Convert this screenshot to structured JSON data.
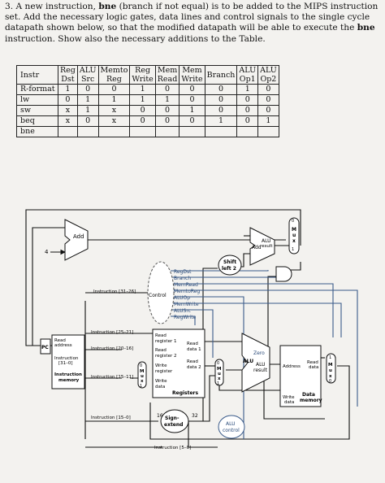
{
  "problem": {
    "number": "3.",
    "text_part1": "A new instruction,",
    "keyword": "bne",
    "text_part2": "(branch if not equal) is to be added to the MIPS instruction set. Add the necessary logic gates, data lines and control signals to the single cycle datapath shown below, so that the modified datapath will be able to execute the",
    "keyword2": "bne",
    "text_part3": "instruction. Show also the necessary additions to the Table."
  },
  "table": {
    "headers": [
      [
        "Instr",
        ""
      ],
      [
        "Reg",
        "Dst"
      ],
      [
        "ALU",
        "Src"
      ],
      [
        "Memto",
        "Reg"
      ],
      [
        "Reg",
        "Write"
      ],
      [
        "Mem",
        "Read"
      ],
      [
        "Mem",
        "Write"
      ],
      [
        "Branch",
        ""
      ],
      [
        "ALU",
        "Op1"
      ],
      [
        "ALU",
        "Op2"
      ]
    ],
    "rows": [
      [
        "R-format",
        "1",
        "0",
        "0",
        "1",
        "0",
        "0",
        "0",
        "1",
        "0"
      ],
      [
        "lw",
        "0",
        "1",
        "1",
        "1",
        "1",
        "0",
        "0",
        "0",
        "0"
      ],
      [
        "sw",
        "x",
        "1",
        "x",
        "0",
        "0",
        "1",
        "0",
        "0",
        "0"
      ],
      [
        "beq",
        "x",
        "0",
        "x",
        "0",
        "0",
        "0",
        "1",
        "0",
        "1"
      ],
      [
        "bne",
        "",
        "",
        "",
        "",
        "",
        "",
        "",
        "",
        ""
      ]
    ]
  },
  "diagram": {
    "add_pc": "Add",
    "four": "4",
    "shift": [
      "Shift",
      "left 2"
    ],
    "add_alu": [
      "Add",
      "ALU",
      "result"
    ],
    "mux_letters": [
      "M",
      "u",
      "x"
    ],
    "mux_top_bits": [
      "0",
      "1"
    ],
    "control": "Control",
    "control_signals": [
      "RegDst",
      "Branch",
      "MemRead",
      "MemtoReg",
      "ALUOp",
      "MemWrite",
      "ALUSrc",
      "RegWrite"
    ],
    "pc": "PC",
    "instr_mem": [
      "Read",
      "address",
      "Instruction",
      "[31–0]",
      "Instruction",
      "memory"
    ],
    "fields": [
      "Instruction [31–26]",
      "Instruction [25–21]",
      "Instruction [20–16]",
      "Instruction [15–11]",
      "Instruction [15–0]",
      "Instruction [5–0]"
    ],
    "regs": [
      "Read",
      "register 1",
      "Read",
      "register 2",
      "Write",
      "register",
      "Write",
      "data",
      "Read",
      "data 1",
      "Read",
      "data 2",
      "Registers"
    ],
    "mux_bits": [
      "0",
      "1"
    ],
    "signext": [
      "Sign-",
      "extend"
    ],
    "bits16": "16",
    "bits32": "32",
    "aluctrl": [
      "ALU",
      "control"
    ],
    "alu": [
      "Zero",
      "ALU",
      "ALU",
      "result"
    ],
    "datamem": [
      "Address",
      "Read",
      "data",
      "Write",
      "data",
      "Data",
      "memory"
    ]
  }
}
